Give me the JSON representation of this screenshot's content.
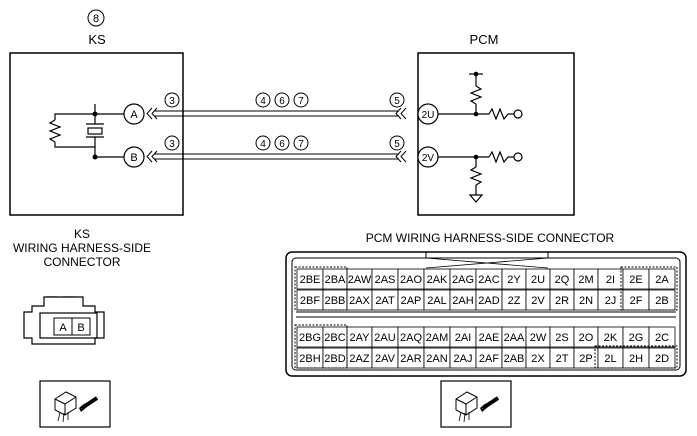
{
  "ks": {
    "index": "⑧",
    "title": "KS",
    "terminals": [
      "A",
      "B"
    ],
    "caption_line1": "KS",
    "caption_line2": "WIRING HARNESS-SIDE",
    "caption_line3": "CONNECTOR",
    "connector_pins": [
      "A",
      "B"
    ]
  },
  "pcm": {
    "title": "PCM",
    "terminals": [
      "2U",
      "2V"
    ],
    "caption": "PCM WIRING HARNESS-SIDE CONNECTOR"
  },
  "wire_marks": {
    "near_ks": "③",
    "middle": "④⑥⑦",
    "near_pcm": "⑤"
  },
  "pcm_connector": {
    "rows": [
      [
        "2BE",
        "2BA",
        "2AW",
        "2AS",
        "2AO",
        "2AK",
        "2AG",
        "2AC",
        "2Y",
        "2U",
        "2Q",
        "2M",
        "2I",
        "2E",
        "2A"
      ],
      [
        "2BF",
        "2BB",
        "2AX",
        "2AT",
        "2AP",
        "2AL",
        "2AH",
        "2AD",
        "2Z",
        "2V",
        "2R",
        "2N",
        "2J",
        "2F",
        "2B"
      ],
      [
        "2BG",
        "2BC",
        "2AY",
        "2AU",
        "2AQ",
        "2AM",
        "2AI",
        "2AE",
        "2AA",
        "2W",
        "2S",
        "2O",
        "2K",
        "2G",
        "2C"
      ],
      [
        "2BH",
        "2BD",
        "2AZ",
        "2AV",
        "2AR",
        "2AN",
        "2AJ",
        "2AF",
        "2AB",
        "2X",
        "2T",
        "2P",
        "2L",
        "2H",
        "2D"
      ]
    ]
  }
}
